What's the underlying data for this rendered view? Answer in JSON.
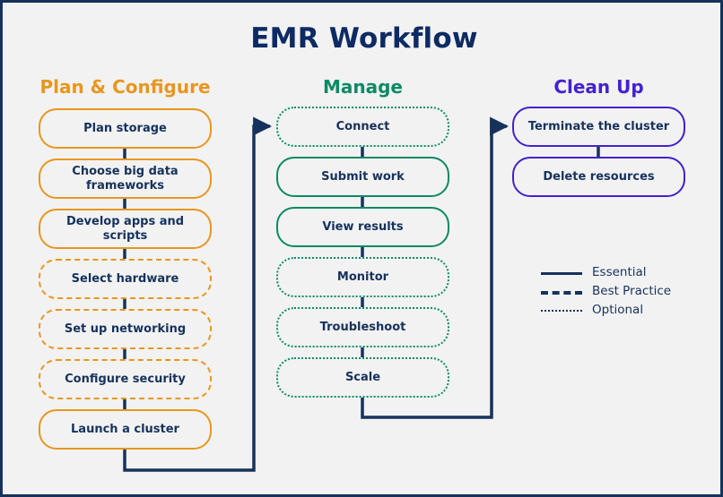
{
  "diagram": {
    "title": "EMR Workflow",
    "title_color": "#0d2b63",
    "background": "#f2f2f2",
    "frame_color": "#16325c",
    "connector_color": "#16325c"
  },
  "columns": [
    {
      "id": "plan",
      "header": "Plan & Configure",
      "color": "#e8961e",
      "nodes": [
        {
          "label": "Plan storage",
          "style": "essential"
        },
        {
          "label": "Choose big data frameworks",
          "style": "essential"
        },
        {
          "label": "Develop apps and scripts",
          "style": "essential"
        },
        {
          "label": "Select hardware",
          "style": "best"
        },
        {
          "label": "Set up networking",
          "style": "best"
        },
        {
          "label": "Configure security",
          "style": "best"
        },
        {
          "label": "Launch a cluster",
          "style": "essential"
        }
      ]
    },
    {
      "id": "manage",
      "header": "Manage",
      "color": "#0b8a64",
      "nodes": [
        {
          "label": "Connect",
          "style": "optional"
        },
        {
          "label": "Submit work",
          "style": "essential"
        },
        {
          "label": "View results",
          "style": "essential"
        },
        {
          "label": "Monitor",
          "style": "optional"
        },
        {
          "label": "Troubleshoot",
          "style": "optional"
        },
        {
          "label": "Scale",
          "style": "optional"
        }
      ]
    },
    {
      "id": "cleanup",
      "header": "Clean Up",
      "color": "#4322cc",
      "nodes": [
        {
          "label": "Terminate the cluster",
          "style": "essential"
        },
        {
          "label": "Delete resources",
          "style": "essential"
        }
      ]
    }
  ],
  "legend": {
    "items": [
      {
        "key": "essential",
        "label": "Essential"
      },
      {
        "key": "best",
        "label": "Best Practice"
      },
      {
        "key": "optional",
        "label": "Optional"
      }
    ]
  }
}
